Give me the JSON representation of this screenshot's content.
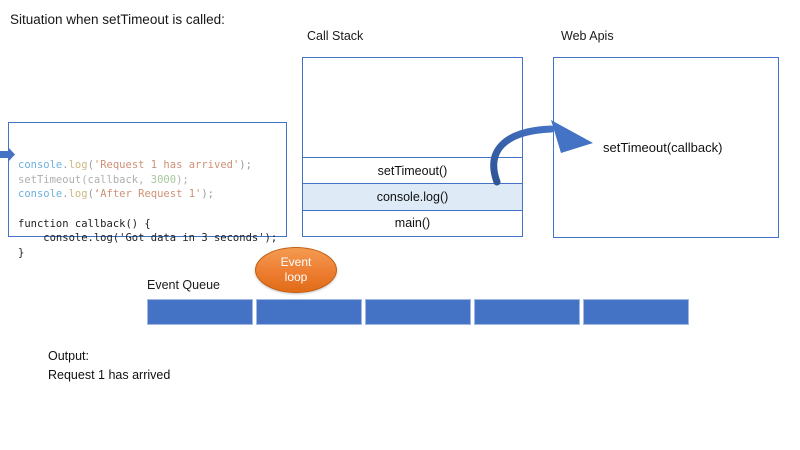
{
  "title": "Situation when setTimeout is called:",
  "code_panel": {
    "lines": [
      {
        "tokens": [
          {
            "text": "console",
            "color": "blue"
          },
          {
            "text": ".",
            "color": "punct"
          },
          {
            "text": "log",
            "color": "khaki"
          },
          {
            "text": "(",
            "color": "punct"
          },
          {
            "text": "'Request 1 has arrived'",
            "color": "string"
          },
          {
            "text": ");",
            "color": "punct"
          }
        ],
        "marker": false
      },
      {
        "tokens": [
          {
            "text": "setTimeout(callback, ",
            "color": "dim"
          },
          {
            "text": "3000",
            "color": "green"
          },
          {
            "text": ");",
            "color": "dim"
          }
        ],
        "marker": true
      },
      {
        "tokens": [
          {
            "text": "console",
            "color": "blue"
          },
          {
            "text": ".",
            "color": "punct"
          },
          {
            "text": "log",
            "color": "khaki"
          },
          {
            "text": "(",
            "color": "punct"
          },
          {
            "text": "‘After Request 1'",
            "color": "string"
          },
          {
            "text": ");",
            "color": "punct"
          }
        ],
        "marker": false
      },
      {
        "tokens": [],
        "marker": false
      },
      {
        "tokens": [
          {
            "text": "function callback() {",
            "color": "plain"
          }
        ],
        "marker": false
      },
      {
        "tokens": [
          {
            "text": "    console.log('Got data in 3 seconds');",
            "color": "plain"
          }
        ],
        "marker": false
      },
      {
        "tokens": [
          {
            "text": "}",
            "color": "plain"
          }
        ],
        "marker": false
      }
    ]
  },
  "call_stack": {
    "label": "Call Stack",
    "frames": [
      {
        "label": "setTimeout()",
        "highlight": false
      },
      {
        "label": "console.log()",
        "highlight": true
      },
      {
        "label": "main()",
        "highlight": false
      }
    ]
  },
  "web_apis": {
    "label": "Web Apis",
    "content": "setTimeout(callback)"
  },
  "event_loop": {
    "label": "Event loop"
  },
  "event_queue": {
    "label": "Event Queue",
    "segments": 5
  },
  "output": {
    "label": "Output:",
    "lines": [
      "Request 1 has arrived"
    ]
  },
  "palette": {
    "accent_blue": "#4472C4",
    "stack_highlight": "#DEEAF6",
    "queue_blue": "#4472C4",
    "event_loop_orange": "#ED7D31",
    "arrow_dark_blue": "#2F5597",
    "code_string": "#CE9178",
    "code_identifier_blue": "#6FB1DE",
    "code_method_khaki": "#CDB97E",
    "code_number_green": "#A9C6A0"
  }
}
